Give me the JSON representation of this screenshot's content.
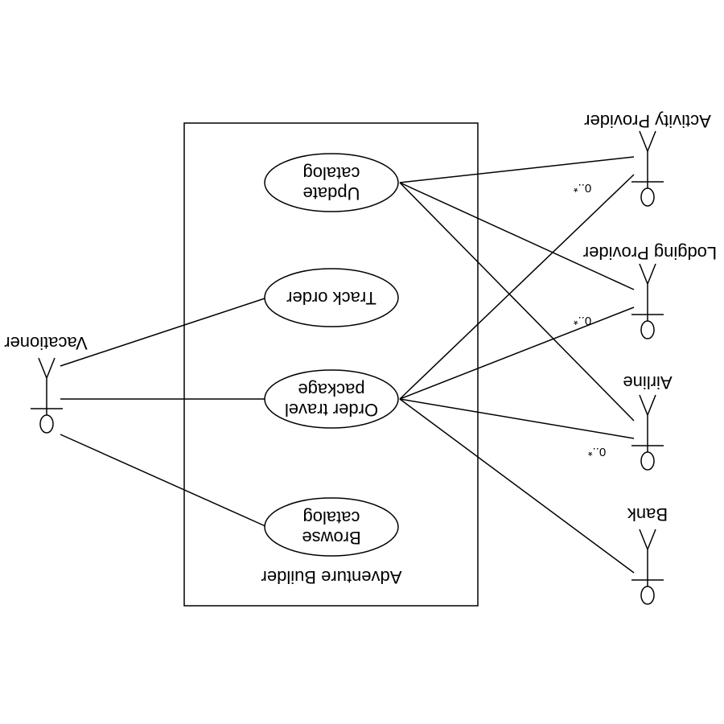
{
  "system": {
    "name": "Adventure Builder"
  },
  "use_cases": {
    "update_catalog": [
      "Update",
      "catalog"
    ],
    "track_order": [
      "Track order"
    ],
    "order_travel_package": [
      "Order travel",
      "package"
    ],
    "browse_catalog": [
      "Browse",
      "catalog"
    ]
  },
  "actors": {
    "vacationer": "Vacationer",
    "activity_provider": "Activity Provider",
    "lodging_provider": "Lodging Provider",
    "airline": "Airline",
    "bank": "Bank"
  },
  "multiplicities": {
    "activity_provider": "0..*",
    "lodging_provider": "0..*",
    "airline": "0..*"
  },
  "colors": {
    "stroke": "#000000",
    "background": "#ffffff"
  }
}
